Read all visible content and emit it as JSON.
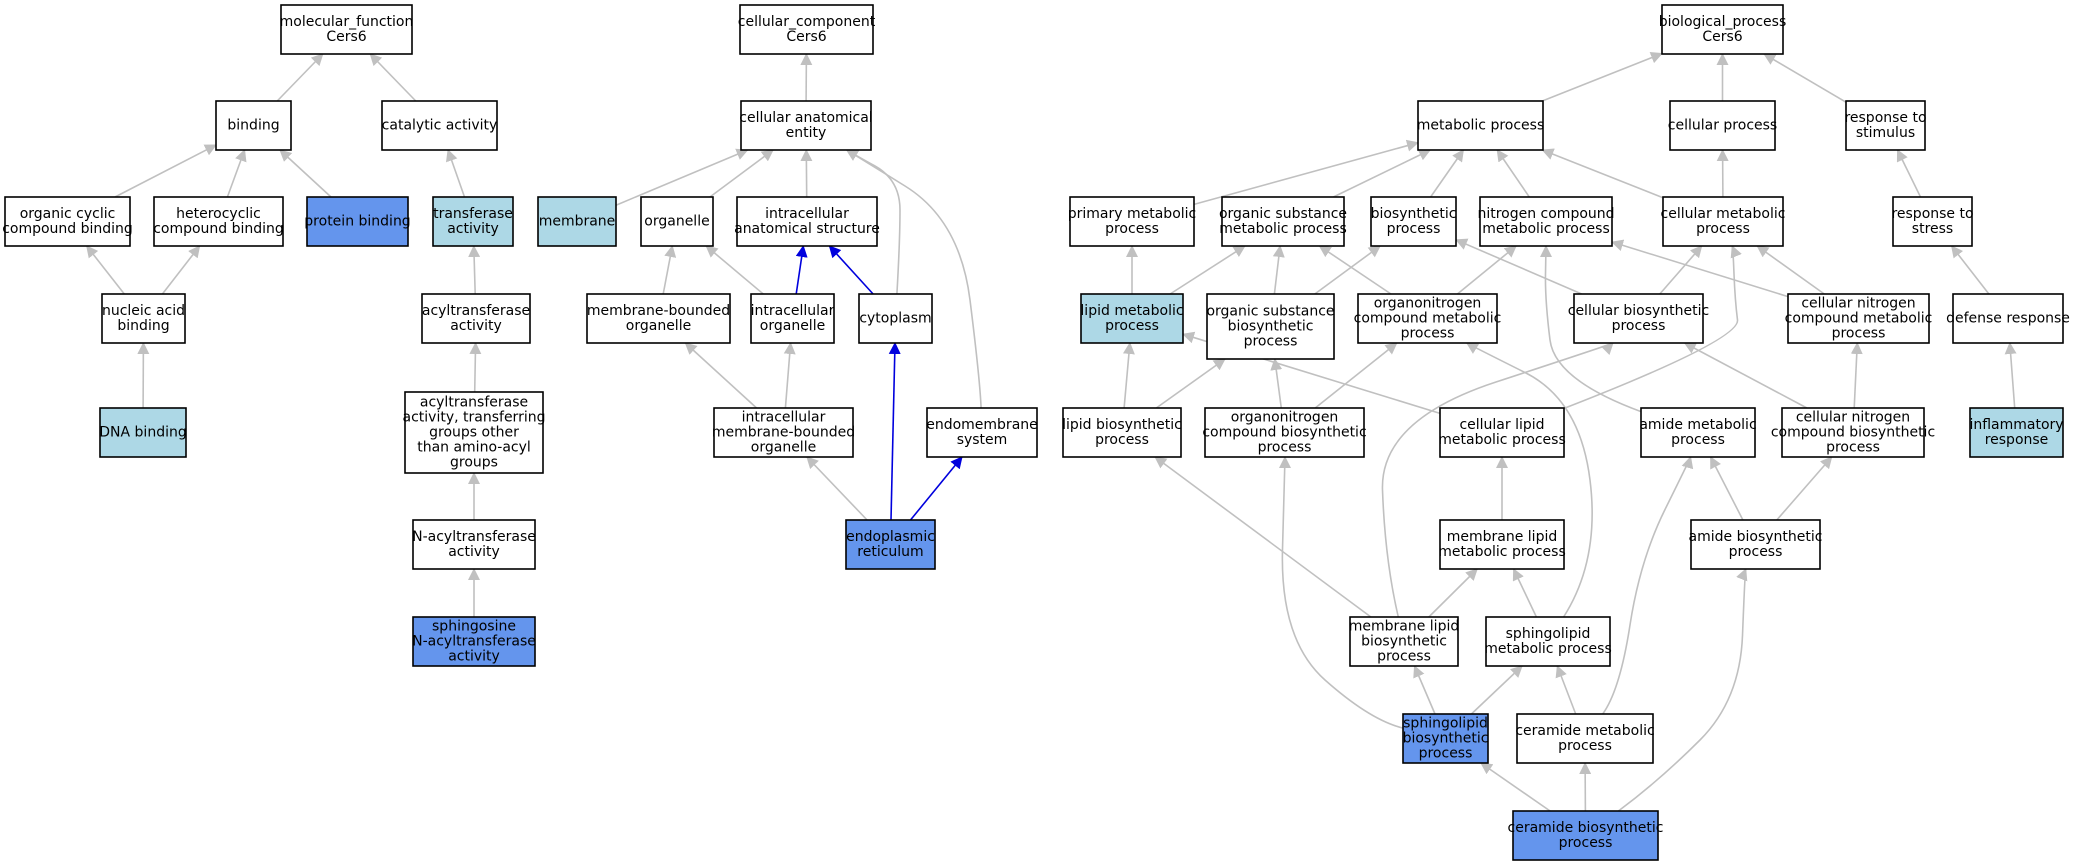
{
  "colors": {
    "node_default": "#ffffff",
    "node_light": "#add8e6",
    "node_dark": "#6495ed",
    "edge_default": "#c0c0c0",
    "edge_highlight": "#0000dd"
  },
  "nodes": [
    {
      "id": "mf",
      "lines": [
        "molecular_function",
        "Cers6"
      ],
      "fill": "default"
    },
    {
      "id": "binding",
      "lines": [
        "binding"
      ],
      "fill": "default"
    },
    {
      "id": "catalytic",
      "lines": [
        "catalytic activity"
      ],
      "fill": "default"
    },
    {
      "id": "organic_cyclic",
      "lines": [
        "organic cyclic",
        "compound binding"
      ],
      "fill": "default"
    },
    {
      "id": "heterocyclic",
      "lines": [
        "heterocyclic",
        "compound binding"
      ],
      "fill": "default"
    },
    {
      "id": "protein_binding",
      "lines": [
        "protein binding"
      ],
      "fill": "dark"
    },
    {
      "id": "transferase",
      "lines": [
        "transferase",
        "activity"
      ],
      "fill": "light"
    },
    {
      "id": "nucleic_acid",
      "lines": [
        "nucleic acid",
        "binding"
      ],
      "fill": "default"
    },
    {
      "id": "acyltransferase",
      "lines": [
        "acyltransferase",
        "activity"
      ],
      "fill": "default"
    },
    {
      "id": "dna_binding",
      "lines": [
        "DNA binding"
      ],
      "fill": "light"
    },
    {
      "id": "acyl_other",
      "lines": [
        "acyltransferase",
        "activity, transferring",
        "groups other",
        "than amino-acyl",
        "groups"
      ],
      "fill": "default"
    },
    {
      "id": "n_acyl",
      "lines": [
        "N-acyltransferase",
        "activity"
      ],
      "fill": "default"
    },
    {
      "id": "sphingosine",
      "lines": [
        "sphingosine",
        "N-acyltransferase",
        "activity"
      ],
      "fill": "dark"
    },
    {
      "id": "cc",
      "lines": [
        "cellular_component",
        "Cers6"
      ],
      "fill": "default"
    },
    {
      "id": "cae",
      "lines": [
        "cellular anatomical",
        "entity"
      ],
      "fill": "default"
    },
    {
      "id": "membrane",
      "lines": [
        "membrane"
      ],
      "fill": "light"
    },
    {
      "id": "organelle",
      "lines": [
        "organelle"
      ],
      "fill": "default"
    },
    {
      "id": "ias",
      "lines": [
        "intracellular",
        "anatomical structure"
      ],
      "fill": "default"
    },
    {
      "id": "mbo",
      "lines": [
        "membrane-bounded",
        "organelle"
      ],
      "fill": "default"
    },
    {
      "id": "io",
      "lines": [
        "intracellular",
        "organelle"
      ],
      "fill": "default"
    },
    {
      "id": "cytoplasm",
      "lines": [
        "cytoplasm"
      ],
      "fill": "default"
    },
    {
      "id": "imbo",
      "lines": [
        "intracellular",
        "membrane-bounded",
        "organelle"
      ],
      "fill": "default"
    },
    {
      "id": "endomembrane",
      "lines": [
        "endomembrane",
        "system"
      ],
      "fill": "default"
    },
    {
      "id": "er",
      "lines": [
        "endoplasmic",
        "reticulum"
      ],
      "fill": "dark"
    },
    {
      "id": "bp",
      "lines": [
        "biological_process",
        "Cers6"
      ],
      "fill": "default"
    },
    {
      "id": "metabolic",
      "lines": [
        "metabolic process"
      ],
      "fill": "default"
    },
    {
      "id": "cellular_process",
      "lines": [
        "cellular process"
      ],
      "fill": "default"
    },
    {
      "id": "resp_stimulus",
      "lines": [
        "response to",
        "stimulus"
      ],
      "fill": "default"
    },
    {
      "id": "primary_met",
      "lines": [
        "primary metabolic",
        "process"
      ],
      "fill": "default"
    },
    {
      "id": "org_sub_met",
      "lines": [
        "organic substance",
        "metabolic process"
      ],
      "fill": "default"
    },
    {
      "id": "biosynthetic",
      "lines": [
        "biosynthetic",
        "process"
      ],
      "fill": "default"
    },
    {
      "id": "nitrogen_met",
      "lines": [
        "nitrogen compound",
        "metabolic process"
      ],
      "fill": "default"
    },
    {
      "id": "cell_met",
      "lines": [
        "cellular metabolic",
        "process"
      ],
      "fill": "default"
    },
    {
      "id": "resp_stress",
      "lines": [
        "response to",
        "stress"
      ],
      "fill": "default"
    },
    {
      "id": "lipid_met",
      "lines": [
        "lipid metabolic",
        "process"
      ],
      "fill": "light"
    },
    {
      "id": "org_sub_bio",
      "lines": [
        "organic substance",
        "biosynthetic",
        "process"
      ],
      "fill": "default"
    },
    {
      "id": "orgN_met",
      "lines": [
        "organonitrogen",
        "compound metabolic",
        "process"
      ],
      "fill": "default"
    },
    {
      "id": "cell_bio",
      "lines": [
        "cellular biosynthetic",
        "process"
      ],
      "fill": "default"
    },
    {
      "id": "cell_N_met",
      "lines": [
        "cellular nitrogen",
        "compound metabolic",
        "process"
      ],
      "fill": "default"
    },
    {
      "id": "defense",
      "lines": [
        "defense response"
      ],
      "fill": "default"
    },
    {
      "id": "lipid_bio",
      "lines": [
        "lipid biosynthetic",
        "process"
      ],
      "fill": "default"
    },
    {
      "id": "orgN_bio",
      "lines": [
        "organonitrogen",
        "compound biosynthetic",
        "process"
      ],
      "fill": "default"
    },
    {
      "id": "cell_lipid_met",
      "lines": [
        "cellular lipid",
        "metabolic process"
      ],
      "fill": "default"
    },
    {
      "id": "amide_met",
      "lines": [
        "amide metabolic",
        "process"
      ],
      "fill": "default"
    },
    {
      "id": "cell_N_bio",
      "lines": [
        "cellular nitrogen",
        "compound biosynthetic",
        "process"
      ],
      "fill": "default"
    },
    {
      "id": "inflammatory",
      "lines": [
        "inflammatory",
        "response"
      ],
      "fill": "light"
    },
    {
      "id": "mem_lipid_met",
      "lines": [
        "membrane lipid",
        "metabolic process"
      ],
      "fill": "default"
    },
    {
      "id": "amide_bio",
      "lines": [
        "amide biosynthetic",
        "process"
      ],
      "fill": "default"
    },
    {
      "id": "mem_lipid_bio",
      "lines": [
        "membrane lipid",
        "biosynthetic",
        "process"
      ],
      "fill": "default"
    },
    {
      "id": "sphingo_met",
      "lines": [
        "sphingolipid",
        "metabolic process"
      ],
      "fill": "default"
    },
    {
      "id": "sphingo_bio",
      "lines": [
        "sphingolipid",
        "biosynthetic",
        "process"
      ],
      "fill": "dark"
    },
    {
      "id": "ceramide_met",
      "lines": [
        "ceramide metabolic",
        "process"
      ],
      "fill": "default"
    },
    {
      "id": "ceramide_bio",
      "lines": [
        "ceramide biosynthetic",
        "process"
      ],
      "fill": "dark"
    }
  ],
  "edges": [
    {
      "from": "binding",
      "to": "mf"
    },
    {
      "from": "catalytic",
      "to": "mf"
    },
    {
      "from": "organic_cyclic",
      "to": "binding"
    },
    {
      "from": "heterocyclic",
      "to": "binding"
    },
    {
      "from": "protein_binding",
      "to": "binding"
    },
    {
      "from": "transferase",
      "to": "catalytic"
    },
    {
      "from": "nucleic_acid",
      "to": "organic_cyclic"
    },
    {
      "from": "nucleic_acid",
      "to": "heterocyclic"
    },
    {
      "from": "dna_binding",
      "to": "nucleic_acid"
    },
    {
      "from": "acyltransferase",
      "to": "transferase"
    },
    {
      "from": "acyl_other",
      "to": "acyltransferase"
    },
    {
      "from": "n_acyl",
      "to": "acyl_other"
    },
    {
      "from": "sphingosine",
      "to": "n_acyl"
    },
    {
      "from": "cae",
      "to": "cc"
    },
    {
      "from": "membrane",
      "to": "cae"
    },
    {
      "from": "organelle",
      "to": "cae"
    },
    {
      "from": "ias",
      "to": "cae"
    },
    {
      "from": "cytoplasm",
      "to": "cae"
    },
    {
      "from": "endomembrane",
      "to": "cae"
    },
    {
      "from": "mbo",
      "to": "organelle"
    },
    {
      "from": "io",
      "to": "organelle"
    },
    {
      "from": "io",
      "to": "ias",
      "highlight": true
    },
    {
      "from": "cytoplasm",
      "to": "ias",
      "highlight": true
    },
    {
      "from": "imbo",
      "to": "mbo"
    },
    {
      "from": "imbo",
      "to": "io"
    },
    {
      "from": "er",
      "to": "imbo"
    },
    {
      "from": "er",
      "to": "cytoplasm",
      "highlight": true
    },
    {
      "from": "er",
      "to": "endomembrane",
      "highlight": true
    },
    {
      "from": "metabolic",
      "to": "bp"
    },
    {
      "from": "cellular_process",
      "to": "bp"
    },
    {
      "from": "resp_stimulus",
      "to": "bp"
    },
    {
      "from": "primary_met",
      "to": "metabolic"
    },
    {
      "from": "org_sub_met",
      "to": "metabolic"
    },
    {
      "from": "biosynthetic",
      "to": "metabolic"
    },
    {
      "from": "nitrogen_met",
      "to": "metabolic"
    },
    {
      "from": "cell_met",
      "to": "metabolic"
    },
    {
      "from": "cell_met",
      "to": "cellular_process"
    },
    {
      "from": "resp_stress",
      "to": "resp_stimulus"
    },
    {
      "from": "lipid_met",
      "to": "primary_met"
    },
    {
      "from": "lipid_met",
      "to": "org_sub_met"
    },
    {
      "from": "org_sub_bio",
      "to": "org_sub_met"
    },
    {
      "from": "org_sub_bio",
      "to": "biosynthetic"
    },
    {
      "from": "orgN_met",
      "to": "org_sub_met"
    },
    {
      "from": "orgN_met",
      "to": "nitrogen_met"
    },
    {
      "from": "cell_bio",
      "to": "biosynthetic"
    },
    {
      "from": "cell_bio",
      "to": "cell_met"
    },
    {
      "from": "cell_N_met",
      "to": "nitrogen_met"
    },
    {
      "from": "cell_N_met",
      "to": "cell_met"
    },
    {
      "from": "defense",
      "to": "resp_stress"
    },
    {
      "from": "lipid_bio",
      "to": "lipid_met"
    },
    {
      "from": "lipid_bio",
      "to": "org_sub_bio"
    },
    {
      "from": "orgN_bio",
      "to": "org_sub_bio"
    },
    {
      "from": "orgN_bio",
      "to": "orgN_met"
    },
    {
      "from": "cell_lipid_met",
      "to": "lipid_met"
    },
    {
      "from": "cell_lipid_met",
      "to": "cell_met"
    },
    {
      "from": "amide_met",
      "to": "nitrogen_met"
    },
    {
      "from": "cell_N_bio",
      "to": "cell_bio"
    },
    {
      "from": "cell_N_bio",
      "to": "cell_N_met"
    },
    {
      "from": "inflammatory",
      "to": "defense"
    },
    {
      "from": "mem_lipid_met",
      "to": "cell_lipid_met"
    },
    {
      "from": "amide_bio",
      "to": "amide_met"
    },
    {
      "from": "amide_bio",
      "to": "cell_N_bio"
    },
    {
      "from": "mem_lipid_bio",
      "to": "lipid_bio"
    },
    {
      "from": "mem_lipid_bio",
      "to": "mem_lipid_met"
    },
    {
      "from": "mem_lipid_bio",
      "to": "cell_bio"
    },
    {
      "from": "sphingo_met",
      "to": "mem_lipid_met"
    },
    {
      "from": "sphingo_met",
      "to": "orgN_met"
    },
    {
      "from": "sphingo_bio",
      "to": "orgN_bio"
    },
    {
      "from": "sphingo_bio",
      "to": "mem_lipid_bio"
    },
    {
      "from": "sphingo_bio",
      "to": "sphingo_met"
    },
    {
      "from": "ceramide_met",
      "to": "sphingo_met"
    },
    {
      "from": "ceramide_met",
      "to": "amide_met"
    },
    {
      "from": "ceramide_bio",
      "to": "sphingo_bio"
    },
    {
      "from": "ceramide_bio",
      "to": "ceramide_met"
    },
    {
      "from": "ceramide_bio",
      "to": "amide_bio"
    }
  ]
}
